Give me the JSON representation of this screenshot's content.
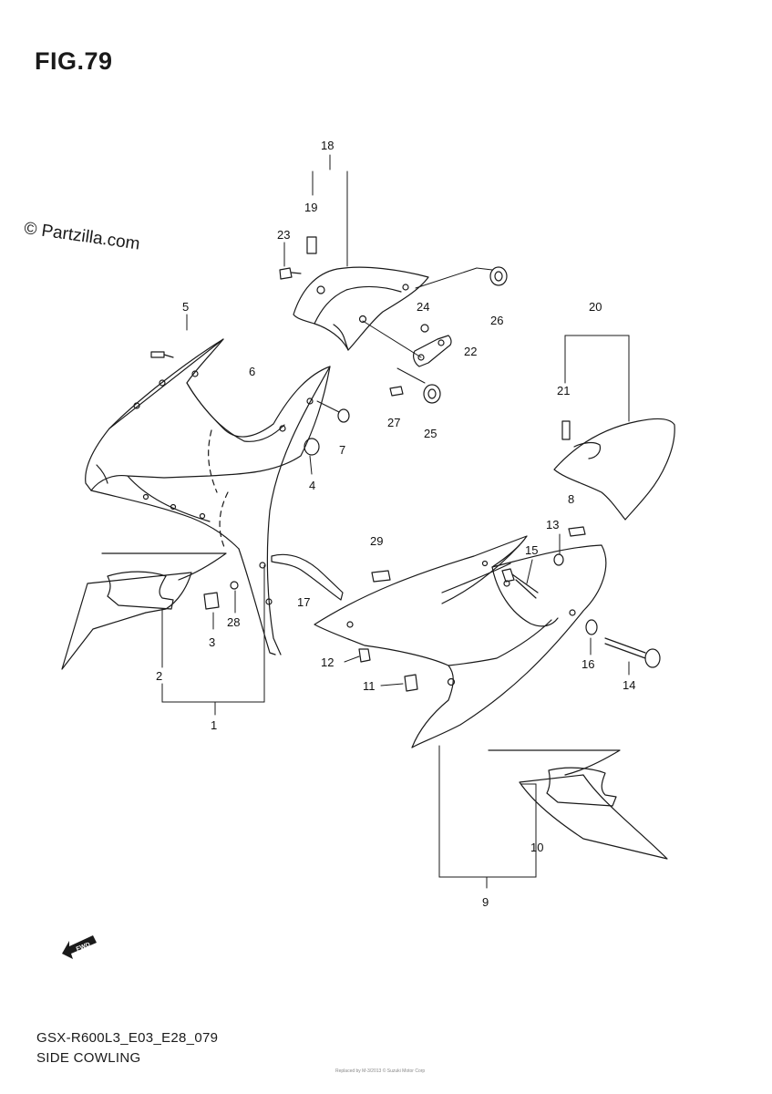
{
  "figure": {
    "title": "FIG.79",
    "watermark": "© Partzilla.com",
    "direction_badge": "FWD",
    "footer_code": "GSX-R600L3_E03_E28_079",
    "footer_name": "SIDE COWLING",
    "footer_fineprint": "Replaced by M-3/2013 © Suzuki Motor Corp"
  },
  "callouts": {
    "c1": "1",
    "c2": "2",
    "c3": "3",
    "c4": "4",
    "c5": "5",
    "c6": "6",
    "c7": "7",
    "c8": "8",
    "c9": "9",
    "c10": "10",
    "c11": "11",
    "c12": "12",
    "c13": "13",
    "c14": "14",
    "c15": "15",
    "c16": "16",
    "c17": "17",
    "c18": "18",
    "c19": "19",
    "c20": "20",
    "c21": "21",
    "c22": "22",
    "c23": "23",
    "c24": "24",
    "c25": "25",
    "c26": "26",
    "c27": "27",
    "c28": "28",
    "c29": "29"
  },
  "colors": {
    "line": "#1a1a1a",
    "background": "#ffffff"
  }
}
